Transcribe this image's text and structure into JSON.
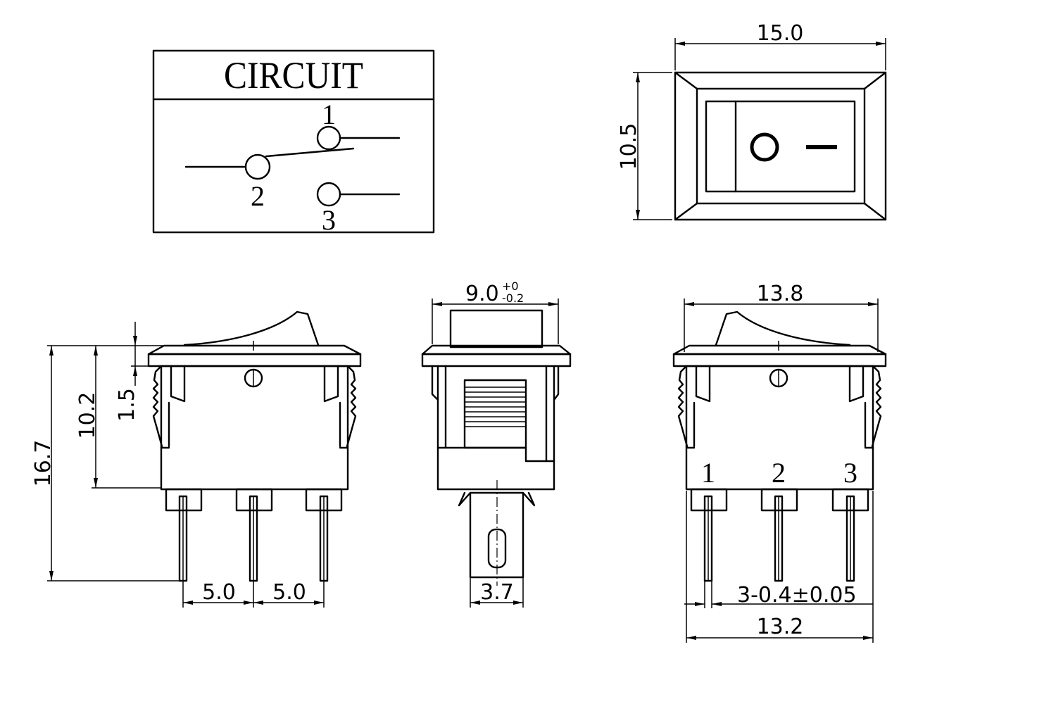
{
  "circuit": {
    "title": "CIRCUIT",
    "terminal_1": "1",
    "terminal_2": "2",
    "terminal_3": "3"
  },
  "top_view": {
    "width": "15.0",
    "height": "10.5"
  },
  "left_side_view": {
    "overall_height": "16.7",
    "body_height": "10.2",
    "flange_thickness": "1.5",
    "pitch_left": "5.0",
    "pitch_right": "5.0"
  },
  "end_view": {
    "width": "9.0",
    "tolerance_upper": "+0",
    "tolerance_lower": "-0.2",
    "terminal_width": "3.7"
  },
  "right_side_view": {
    "flange_width": "13.8",
    "body_width": "13.2",
    "terminal_spec": "3-0.4±0.05",
    "terminal_labels": [
      "1",
      "2",
      "3"
    ]
  },
  "colors": {
    "line": "#000000",
    "background": "#ffffff"
  }
}
